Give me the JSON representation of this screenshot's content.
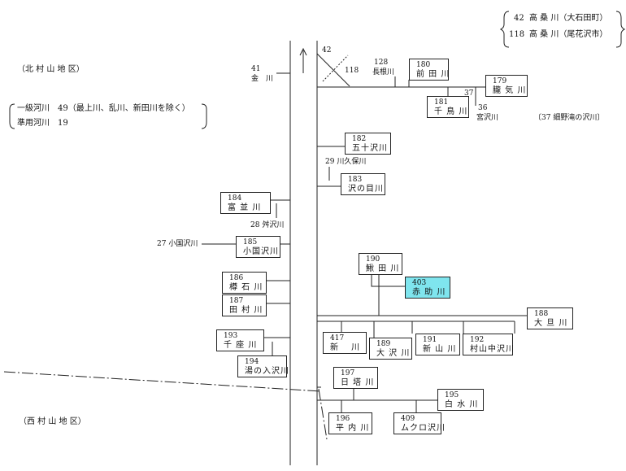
{
  "legend": {
    "num1": "42",
    "name1": "高 桑 川（大石田町）",
    "num2": "118",
    "name2": "高 桑 川（尾花沢市）"
  },
  "regions": {
    "north": "（北 村 山 地 区）",
    "west": "（西 村 山 地 区）"
  },
  "counts": {
    "class1": "一級河川　49（最上川、乱川、新田川を除く）",
    "quasi": "準用河川　19"
  },
  "note37": "〔37 細野滝の沢川〕",
  "rivers": [
    {
      "key": "r180",
      "num": "180",
      "name": "前 田 川"
    },
    {
      "key": "r179",
      "num": "179",
      "name": "朧 気 川"
    },
    {
      "key": "r181",
      "num": "181",
      "name": "千 鳥 川"
    },
    {
      "key": "r182",
      "num": "182",
      "name": "五十沢川"
    },
    {
      "key": "r183",
      "num": "183",
      "name": "沢の目川"
    },
    {
      "key": "r184",
      "num": "184",
      "name": "富 並 川"
    },
    {
      "key": "r185",
      "num": "185",
      "name": "小国沢川"
    },
    {
      "key": "r186",
      "num": "186",
      "name": "樽 石 川"
    },
    {
      "key": "r187",
      "num": "187",
      "name": "田 村 川"
    },
    {
      "key": "r193",
      "num": "193",
      "name": "千 座 川"
    },
    {
      "key": "r194",
      "num": "194",
      "name": "湯の入沢川"
    },
    {
      "key": "r190",
      "num": "190",
      "name": "鰍 田 川"
    },
    {
      "key": "r403",
      "num": "403",
      "name": "赤 助 川"
    },
    {
      "key": "r188",
      "num": "188",
      "name": "大 旦 川"
    },
    {
      "key": "r417",
      "num": "417",
      "name": "新　 川"
    },
    {
      "key": "r189",
      "num": "189",
      "name": "大 沢 川"
    },
    {
      "key": "r191",
      "num": "191",
      "name": "新 山 川"
    },
    {
      "key": "r192",
      "num": "192",
      "name": "村山中沢川"
    },
    {
      "key": "r197",
      "num": "197",
      "name": "日 塔 川"
    },
    {
      "key": "r195",
      "num": "195",
      "name": "白 水 川"
    },
    {
      "key": "r196",
      "num": "196",
      "name": "平 内 川"
    },
    {
      "key": "r409",
      "num": "409",
      "name": "ムクロ沢川"
    }
  ],
  "labels": {
    "kane_num": "41",
    "kane_name": "金　川",
    "l42": "42",
    "l118": "118",
    "l128": "128",
    "l128name": "長根川",
    "l37": "37",
    "l36": "36",
    "l36name": "宮沢川",
    "l29": "29 川久保川",
    "l28": "28 舛沢川",
    "l27": "27 小国沢川"
  },
  "colors": {
    "highlight": "#7fe5ee",
    "line": "#222222"
  }
}
